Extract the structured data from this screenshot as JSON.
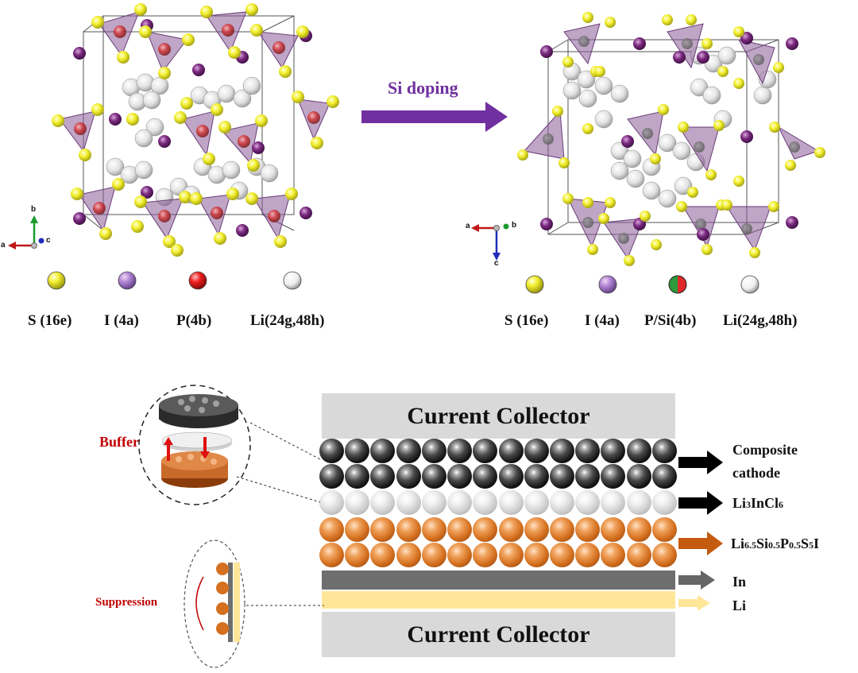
{
  "arrow_label": "Si doping",
  "axes_left": {
    "a": "a",
    "b": "b",
    "c": "c"
  },
  "axes_right": {
    "a": "a",
    "b": "b",
    "c": "c"
  },
  "legend_left": [
    "S (16e)",
    "I (4a)",
    "P(4b)",
    "Li(24g,48h)"
  ],
  "legend_right": [
    "S (16e)",
    "I (4a)",
    "P/Si(4b)",
    "Li(24g,48h)"
  ],
  "current_collector_top": "Current Collector",
  "current_collector_bottom": "Current Collector",
  "buffer_label": "Buffer",
  "suppression_label": "Suppression",
  "layers": {
    "composite_line1": "Composite",
    "composite_line2": "cathode",
    "li3incl6": {
      "p1": "Li",
      "s1": "3",
      "p2": "InCl",
      "s2": "6"
    },
    "lsps": {
      "p1": "Li",
      "s1": "6.5",
      "p2": "Si",
      "s2": "0.5",
      "p3": "P",
      "s3": "0.5",
      "p4": "S",
      "s4": "5",
      "p5": "I"
    },
    "in": "In",
    "li": "Li"
  },
  "colors": {
    "arrow_purple": "#7030a0",
    "sulfur": "#f3ef2e",
    "iodine": "#7b2a80",
    "phosphorus": "#e02a2a",
    "silicon": "#2e9a3c",
    "tetra": "#8a5b98",
    "red_label": "#c00000",
    "orange_arrow": "#c55a11",
    "gray_arrow": "#666666",
    "li_arrow": "#ffe699",
    "in_layer": "#6e6e6e",
    "li_layer": "#ffe699"
  }
}
